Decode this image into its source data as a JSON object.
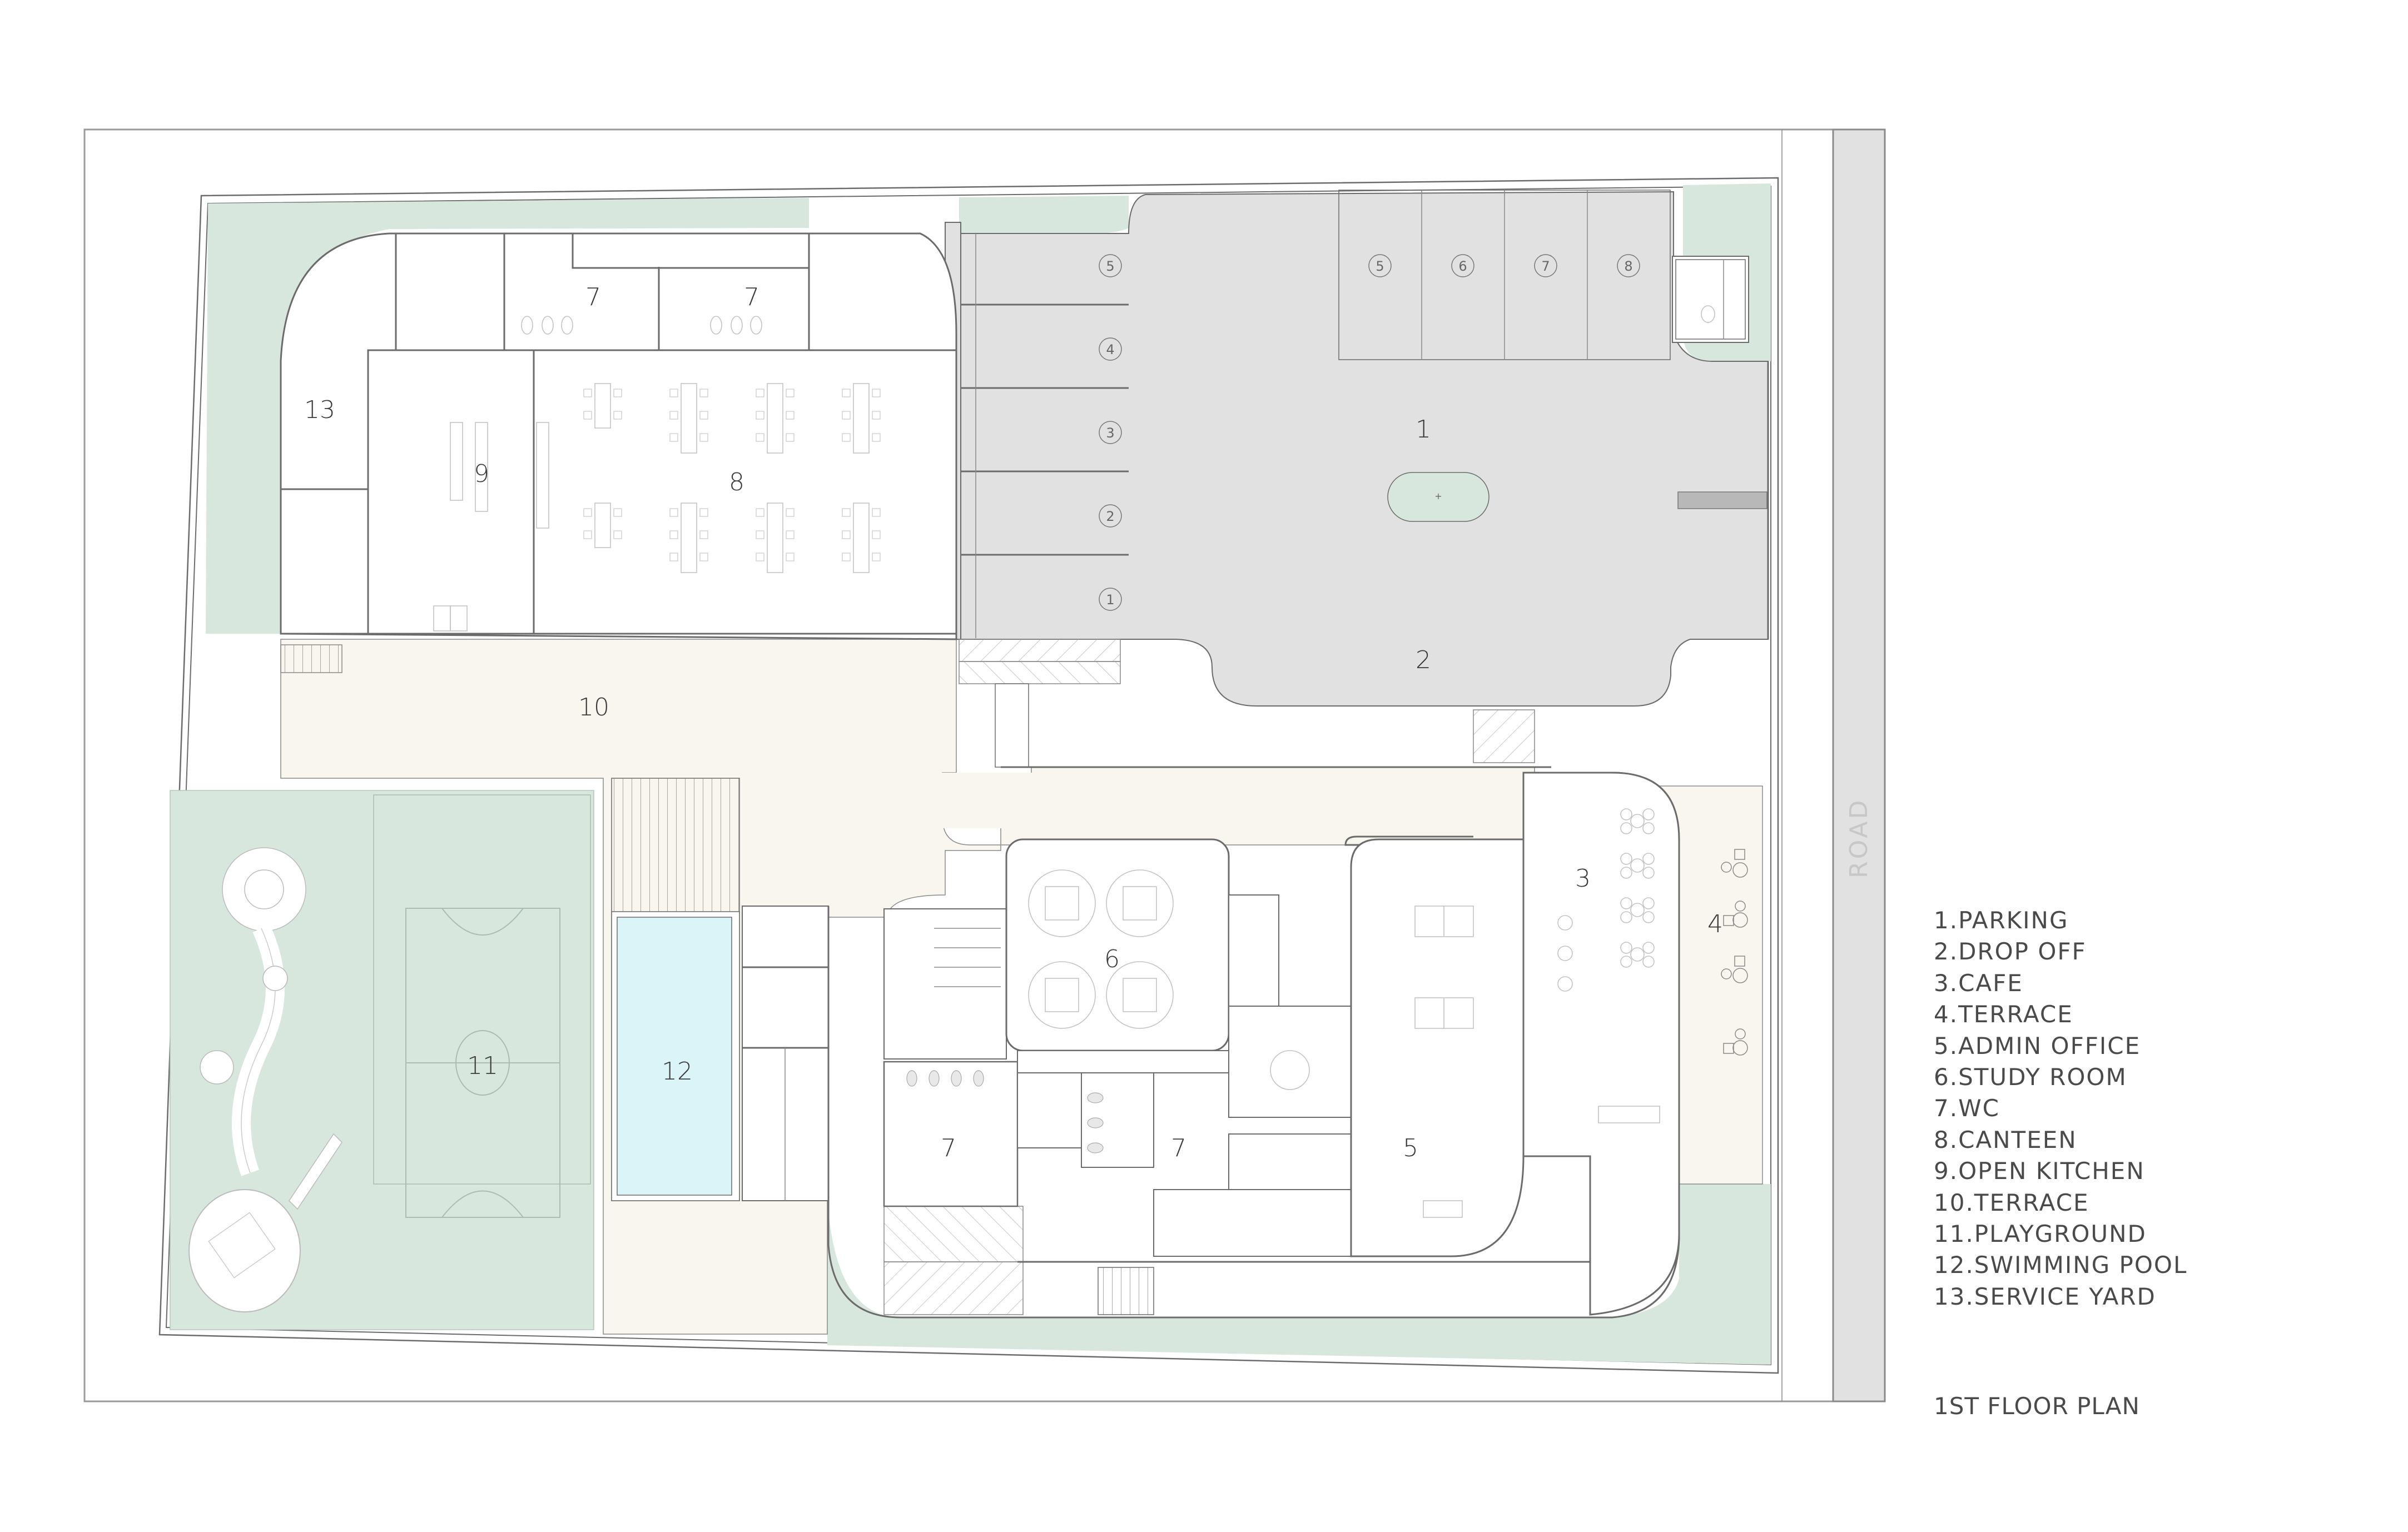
{
  "drawing": {
    "title": "1ST FLOOR PLAN",
    "road_label": "ROAD"
  },
  "colors": {
    "landscape_green": "#d8e7de",
    "terrace_beige": "#f9f5ef",
    "paving_gray": "#e1e1e1",
    "pool_blue": "#daf4f8",
    "line": "#6b6b6b",
    "text": "#4a4a4a"
  },
  "legend": [
    {
      "num": "1",
      "label": "1.PARKING"
    },
    {
      "num": "2",
      "label": "2.DROP OFF"
    },
    {
      "num": "3",
      "label": "3.CAFE"
    },
    {
      "num": "4",
      "label": "4.TERRACE"
    },
    {
      "num": "5",
      "label": "5.ADMIN OFFICE"
    },
    {
      "num": "6",
      "label": "6.STUDY ROOM"
    },
    {
      "num": "7",
      "label": "7.WC"
    },
    {
      "num": "8",
      "label": "8.CANTEEN"
    },
    {
      "num": "9",
      "label": "9.OPEN KITCHEN"
    },
    {
      "num": "10",
      "label": "10.TERRACE"
    },
    {
      "num": "11",
      "label": "11.PLAYGROUND"
    },
    {
      "num": "12",
      "label": "12.SWIMMING POOL"
    },
    {
      "num": "13",
      "label": "13.SERVICE YARD"
    }
  ],
  "room_tags": {
    "parking": "1",
    "drop_off": "2",
    "cafe": "3",
    "terrace_cafe": "4",
    "admin_office": "5",
    "study_room": "6",
    "wc_north_a": "7",
    "wc_north_b": "7",
    "wc_south_a": "7",
    "wc_south_b": "7",
    "canteen": "8",
    "open_kitchen": "9",
    "terrace_main": "10",
    "playground": "11",
    "swimming_pool": "12",
    "service_yard": "13"
  },
  "parking_spots": {
    "west_row": [
      "5",
      "4",
      "3",
      "2",
      "1"
    ],
    "north_row": [
      "5",
      "6",
      "7",
      "8"
    ]
  }
}
